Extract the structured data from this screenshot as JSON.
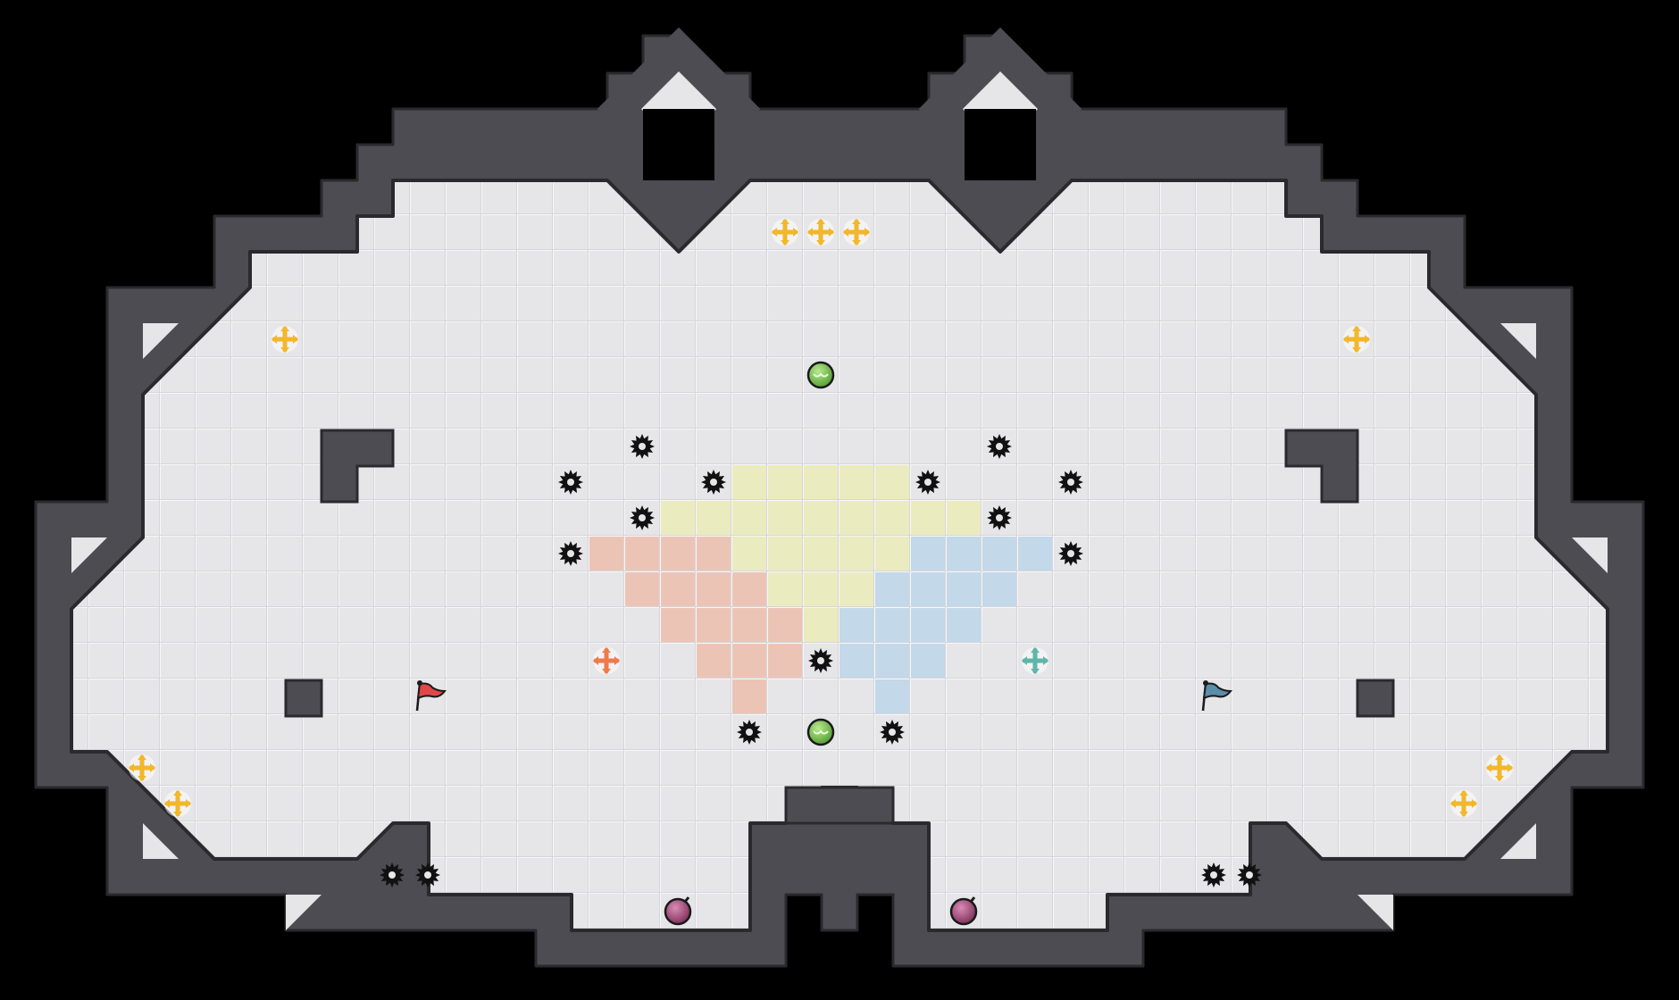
{
  "game": {
    "map_type": "capture-the-flag arena",
    "palette": {
      "background": "#000000",
      "floor": "#e6e6e8",
      "grid_line": "#f6f6f8",
      "wall": "#4c4c52",
      "wall_edge": "#2a2a2e",
      "red_zone": "#ecc4b6",
      "blue_zone": "#c3d8e8",
      "yellow_zone": "#ebebc0",
      "red_flag": "#e04848",
      "blue_flag": "#5b8ea8",
      "boost": "#f2b72a",
      "red_boost": "#ef7a4a",
      "teal_boost": "#5fb5ab",
      "spike": "#111111",
      "powerup": "#7cc250",
      "bomb": "#a24a78"
    },
    "cell_units": "tiles",
    "pieces": {
      "flags": [
        {
          "team": "red",
          "col": 12,
          "row": 18
        },
        {
          "team": "blue",
          "col": 34,
          "row": 18
        }
      ],
      "team_boosts": [
        {
          "team": "red",
          "col": 17,
          "row": 17
        },
        {
          "team": "blue",
          "col": 29,
          "row": 17
        }
      ],
      "neutral_boosts": [
        {
          "col": 22,
          "row": 5
        },
        {
          "col": 23,
          "row": 5
        },
        {
          "col": 24,
          "row": 5
        },
        {
          "col": 8,
          "row": 8
        },
        {
          "col": 38,
          "row": 8
        },
        {
          "col": 4,
          "row": 20
        },
        {
          "col": 5,
          "row": 21
        },
        {
          "col": 42,
          "row": 20
        },
        {
          "col": 41,
          "row": 21
        }
      ],
      "powerups": [
        {
          "col": 23,
          "row": 9
        },
        {
          "col": 23,
          "row": 19
        }
      ],
      "bombs": [
        {
          "col": 19,
          "row": 24
        },
        {
          "col": 27,
          "row": 24
        }
      ],
      "spikes": [
        {
          "col": 18,
          "row": 11
        },
        {
          "col": 28,
          "row": 11
        },
        {
          "col": 16,
          "row": 12
        },
        {
          "col": 20,
          "row": 12
        },
        {
          "col": 26,
          "row": 12
        },
        {
          "col": 30,
          "row": 12
        },
        {
          "col": 18,
          "row": 13
        },
        {
          "col": 28,
          "row": 13
        },
        {
          "col": 16,
          "row": 14
        },
        {
          "col": 30,
          "row": 14
        },
        {
          "col": 23,
          "row": 17
        },
        {
          "col": 21,
          "row": 19
        },
        {
          "col": 25,
          "row": 19
        },
        {
          "col": 11,
          "row": 23
        },
        {
          "col": 12,
          "row": 23
        },
        {
          "col": 34,
          "row": 23
        },
        {
          "col": 35,
          "row": 23
        }
      ]
    }
  }
}
